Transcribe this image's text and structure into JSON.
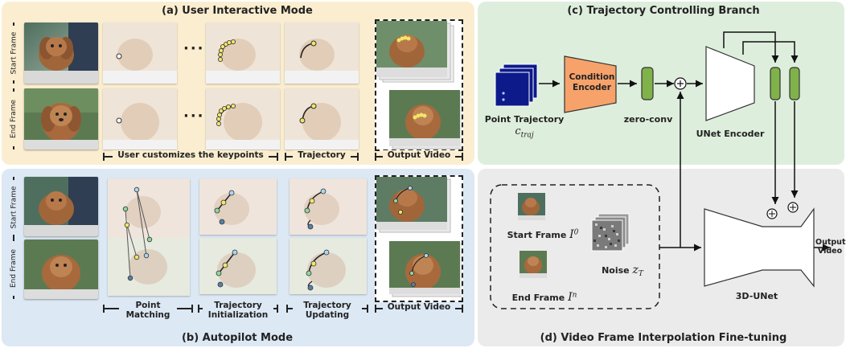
{
  "panel_a": {
    "title": "(a) User Interactive Mode",
    "start_frame": "Start Frame",
    "end_frame": "End Frame",
    "caption_keypoints": "User customizes the keypoints",
    "caption_trajectory": "Trajectory",
    "caption_output": "Output Video"
  },
  "panel_b": {
    "title": "(b) Autopilot Mode",
    "start_frame": "Start Frame",
    "end_frame": "End Frame",
    "caption_matching": "Point Matching",
    "caption_init": "Trajectory Initialization",
    "caption_update": "Trajectory Updating",
    "caption_output": "Output Video"
  },
  "panel_c": {
    "title": "(c) Trajectory Controlling Branch",
    "point_trajectory": "Point Trajectory",
    "c_traj": "c",
    "c_traj_sub": "traj",
    "condition_encoder": "Condition Encoder",
    "zero_conv": "zero-conv",
    "unet_encoder": "UNet Encoder"
  },
  "panel_d": {
    "title": "(d) Video Frame Interpolation Fine-tuning",
    "start_frame": "Start Frame",
    "start_sym": "I",
    "start_sup": "0",
    "end_frame": "End Frame",
    "end_sym": "I",
    "end_sup": "n",
    "noise": "Noise",
    "noise_sym": "z",
    "noise_sub": "T",
    "unet3d": "3D-UNet",
    "output_video": "Output Video"
  },
  "colors": {
    "panel_a_bg": "#fbeed0",
    "panel_b_bg": "#dce8f4",
    "panel_c_bg": "#deeedd",
    "panel_d_bg": "#ebebeb",
    "encoder_fill": "#f6a26a",
    "conv_fill": "#7fb24a",
    "traj_fill": "#0c1a8a",
    "keypoint_yellow": "#f1e56a"
  }
}
